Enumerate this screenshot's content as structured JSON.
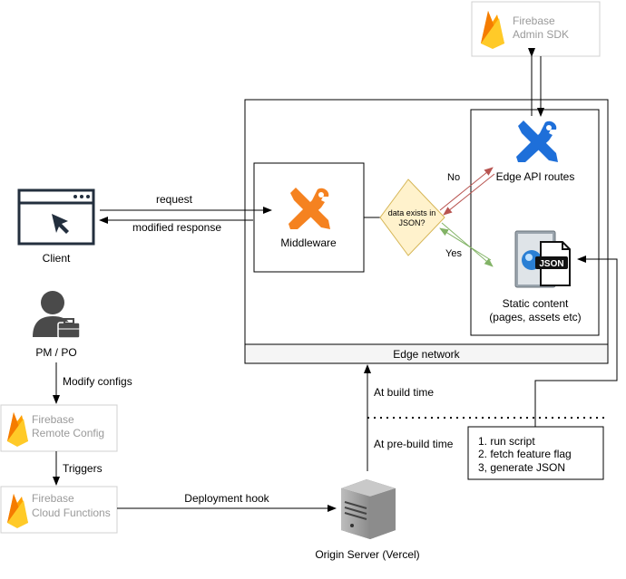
{
  "nodes": {
    "firebase_admin": {
      "line1": "Firebase",
      "line2": "Admin SDK"
    },
    "edge_api": {
      "label": "Edge API routes"
    },
    "middleware": {
      "label": "Middleware"
    },
    "decision": {
      "line1": "data exists in",
      "line2": "JSON?"
    },
    "static_content": {
      "line1": "Static content",
      "line2": "(pages, assets etc)",
      "badge": "JSON"
    },
    "client": {
      "label": "Client"
    },
    "pm_po": {
      "label": "PM / PO"
    },
    "remote_config": {
      "line1": "Firebase",
      "line2": "Remote Config"
    },
    "cloud_functions": {
      "line1": "Firebase",
      "line2": "Cloud Functions"
    },
    "edge_network": {
      "label": "Edge network"
    },
    "origin_server": {
      "label": "Origin Server (Vercel)"
    },
    "script_box": {
      "lines": [
        "1. run script",
        "2. fetch feature flag",
        "3, generate JSON"
      ]
    }
  },
  "edges": {
    "request": "request",
    "modified_response": "modified response",
    "no": "No",
    "yes": "Yes",
    "modify_configs": "Modify configs",
    "triggers": "Triggers",
    "deployment_hook": "Deployment hook",
    "at_build_time": "At build time",
    "at_pre_build_time": "At pre-build time"
  },
  "colors": {
    "firebase_yellow": "#FFCA28",
    "firebase_orange": "#F57C00",
    "tool_orange": "#F58220",
    "tool_blue": "#1E6FD9",
    "decision_fill": "#FFF2CC",
    "decision_stroke": "#D6B656",
    "no_arrow": "#B85450",
    "yes_arrow": "#82B366",
    "person": "#4a4a4a"
  }
}
